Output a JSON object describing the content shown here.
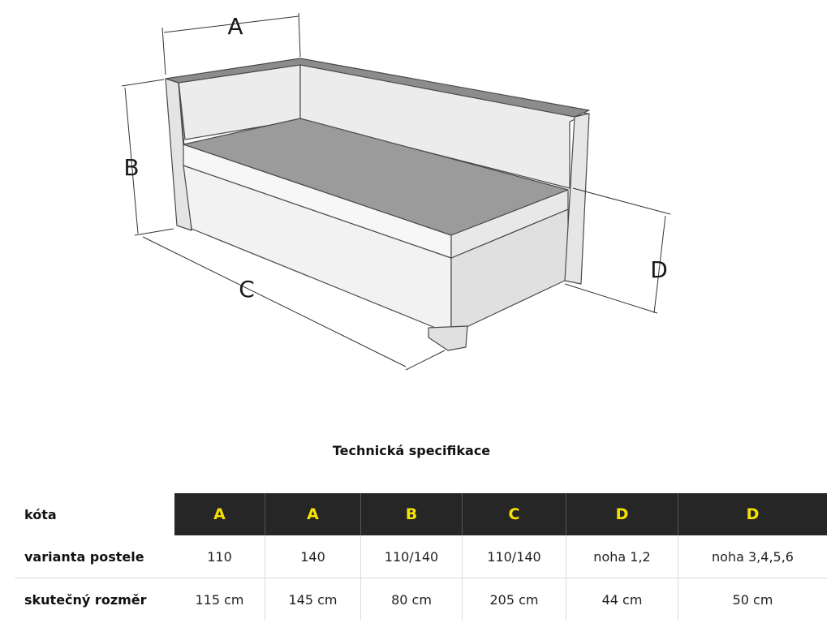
{
  "diagram": {
    "labels": {
      "a": "A",
      "b": "B",
      "c": "C",
      "d": "D"
    }
  },
  "spec": {
    "title": "Technická specifikace",
    "row_headers": [
      "kóta",
      "varianta postele",
      "skutečný rozměr"
    ],
    "columns": [
      {
        "kota": "A",
        "varianta": "110",
        "rozmer": "115 cm"
      },
      {
        "kota": "A",
        "varianta": "140",
        "rozmer": "145 cm"
      },
      {
        "kota": "B",
        "varianta": "110/140",
        "rozmer": "80 cm"
      },
      {
        "kota": "C",
        "varianta": "110/140",
        "rozmer": "205 cm"
      },
      {
        "kota": "D",
        "varianta": "noha 1,2",
        "rozmer": "44 cm"
      },
      {
        "kota": "D",
        "varianta": "noha 3,4,5,6",
        "rozmer": "50 cm"
      }
    ]
  },
  "colors": {
    "header_bg": "#262626",
    "header_text": "#f7e200",
    "mattress": "#9b9b9b",
    "body": "#ececec",
    "edge": "#555555"
  }
}
